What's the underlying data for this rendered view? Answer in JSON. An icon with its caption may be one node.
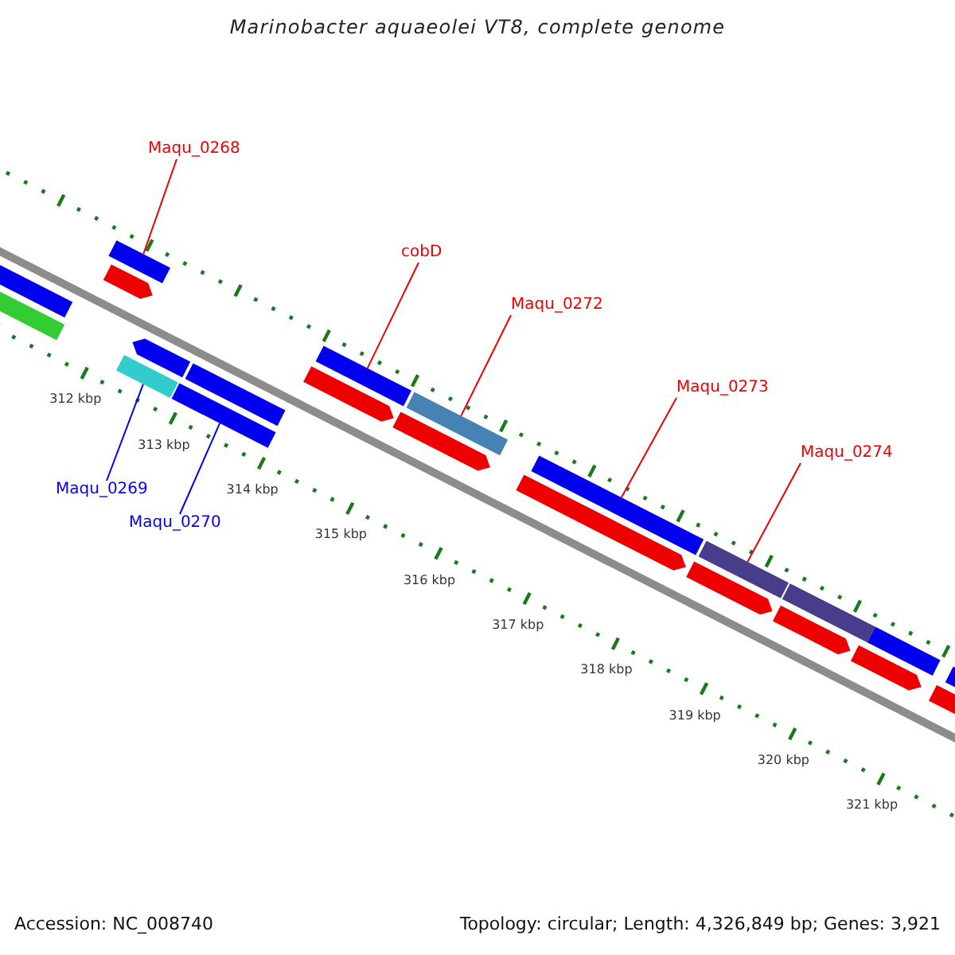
{
  "diagram": {
    "title": "Marinobacter aquaeolei VT8, complete genome",
    "nodes": [
      {
        "text": [
          "Maqu_0268"
        ]
      },
      {
        "text": [
          "cobD"
        ]
      },
      {
        "text": [
          "Maqu_0272"
        ]
      },
      {
        "text": [
          "Maqu_0273"
        ]
      },
      {
        "text": [
          "Maqu_0274"
        ]
      },
      {
        "text": [
          "Maqu_0269"
        ]
      },
      {
        "text": [
          "Maqu_0270"
        ]
      },
      {
        "text": [],
        "shape": "bar"
      },
      {
        "text": [],
        "shape": "bar"
      },
      {
        "text": [],
        "shape": "bar"
      },
      {
        "text": [],
        "shape": "bar"
      },
      {
        "text": [],
        "shape": "bar"
      },
      {
        "text": [],
        "shape": "bar"
      },
      {
        "text": [],
        "shape": "bar"
      },
      {
        "text": [],
        "shape": "bar"
      },
      {
        "text": [],
        "shape": "bar"
      },
      {
        "text": [],
        "shape": "arrow"
      },
      {
        "text": [],
        "shape": "arrow"
      },
      {
        "text": [],
        "shape": "bar"
      },
      {
        "text": [],
        "shape": "arrow"
      },
      {
        "text": [],
        "shape": "arrow"
      },
      {
        "text": [],
        "shape": "arrow"
      },
      {
        "text": [],
        "shape": "arrow"
      },
      {
        "text": [],
        "shape": "bar"
      },
      {
        "text": [],
        "shape": "arrow"
      },
      {
        "text": [],
        "shape": "arrow"
      },
      {
        "text": [],
        "shape": "bar"
      },
      {
        "text": [],
        "shape": "arrow"
      },
      {
        "text": [],
        "shape": "bar"
      }
    ],
    "edges": [
      {
        "from": 0,
        "to": 7,
        "arrow": "none"
      },
      {
        "from": 1,
        "to": 10,
        "arrow": "none"
      },
      {
        "from": 2,
        "to": 11,
        "arrow": "none"
      },
      {
        "from": 3,
        "to": 12,
        "arrow": "none"
      },
      {
        "from": 4,
        "to": 13,
        "arrow": "none"
      },
      {
        "from": 5,
        "to": 8,
        "arrow": "none",
        "color": "#0000ee"
      },
      {
        "from": 6,
        "to": 9,
        "arrow": "none",
        "color": "#0000ee"
      }
    ],
    "labels": [
      "312 kbp",
      "313 kbp",
      "314 kbp",
      "315 kbp",
      "316 kbp",
      "317 kbp",
      "318 kbp",
      "319 kbp",
      "320 kbp",
      "321 kbp",
      "Accession: NC_008740",
      "Topology: circular; Length: 4,326,849 bp; Genes: 3,921"
    ]
  }
}
